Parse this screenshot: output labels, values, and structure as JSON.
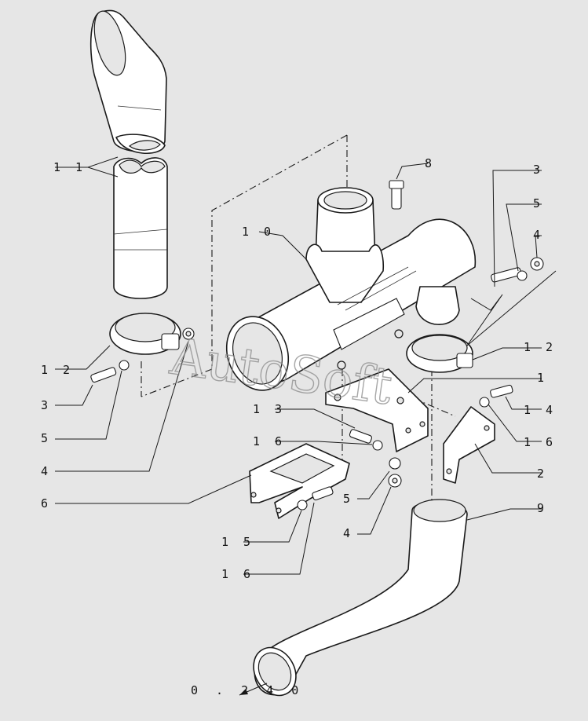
{
  "callouts": {
    "c11": "1 1",
    "c8": "8",
    "c3a": "3",
    "c5a": "5",
    "c4a": "4",
    "c10": "1 0",
    "c12a": "1 2",
    "c12b": "1 2",
    "c1": "1",
    "c3b": "3",
    "c5b": "5",
    "c13": "1 3",
    "c14": "1 4",
    "c16a": "1 6",
    "c16b": "1 6",
    "c4b": "4",
    "c6": "6",
    "c2": "2",
    "c5c": "5",
    "c4c": "4",
    "c9": "9",
    "c15": "1 5",
    "c16c": "1 6"
  },
  "reference": "0 . 2 4 0",
  "watermark": "AutoSoft"
}
